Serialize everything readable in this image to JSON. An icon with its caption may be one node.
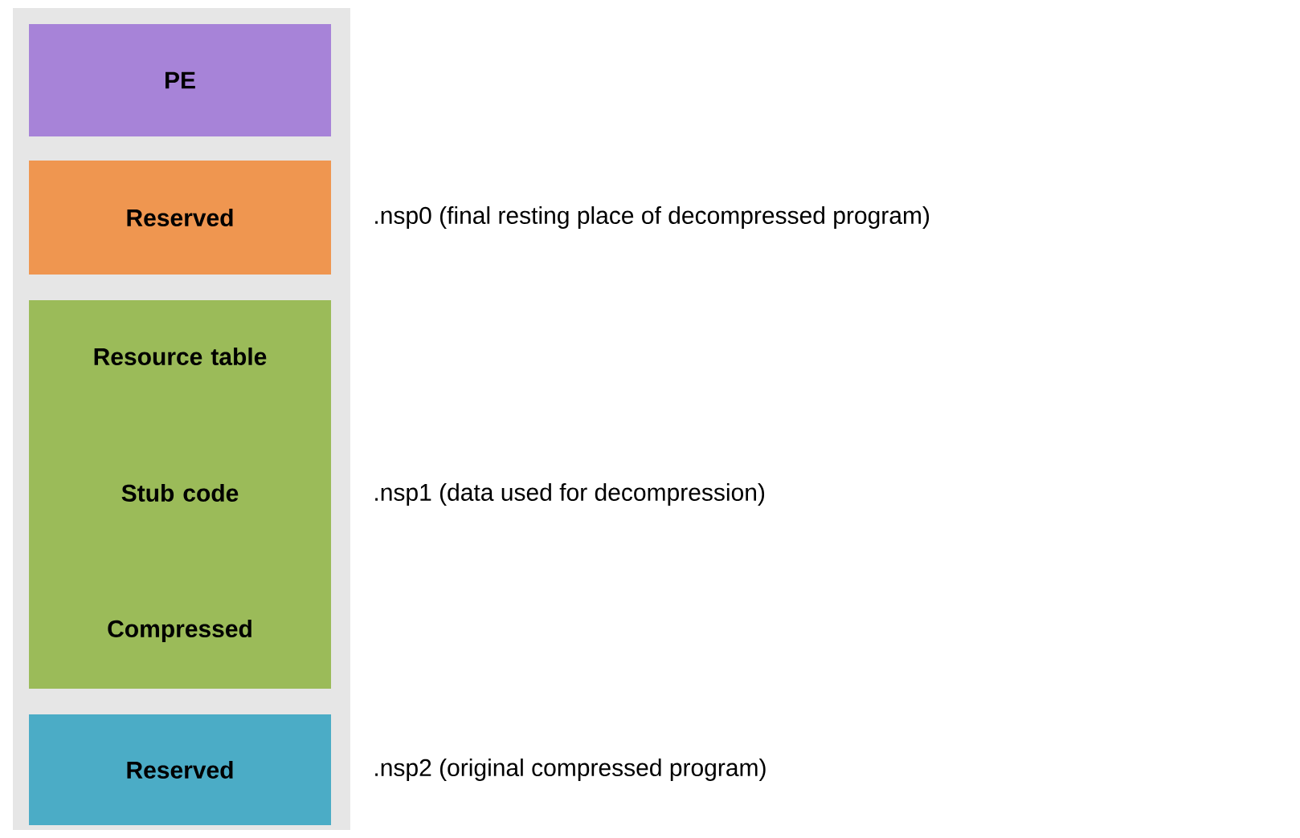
{
  "diagram": {
    "nodes": [
      {
        "text": [
          "PE"
        ]
      },
      {
        "text": [
          "Reserved"
        ],
        "beside": [
          ".nsp0 (final resting place of decompressed program)"
        ]
      },
      {
        "text": [
          "Resource table",
          "Stub code",
          "Compressed"
        ],
        "beside": [
          ".nsp1 (data used for decompression)"
        ]
      },
      {
        "text": [
          "Reserved"
        ],
        "beside": [
          ".nsp2 (original compressed program)"
        ]
      }
    ]
  }
}
